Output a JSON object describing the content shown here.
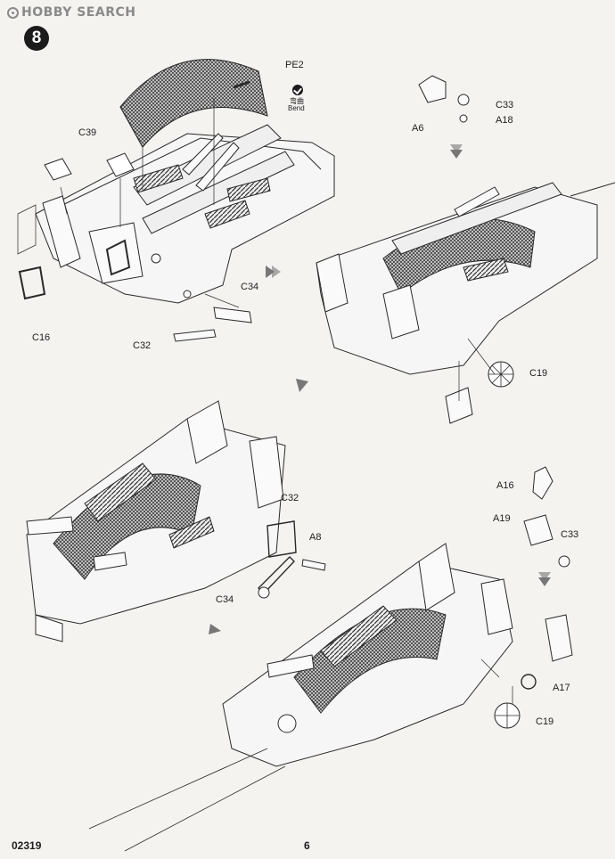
{
  "watermark": {
    "text": "HOBBY SEARCH",
    "icon": "hobby-search-logo-icon"
  },
  "step": {
    "number": "8"
  },
  "parts": {
    "pe2": "PE2",
    "bend_cn": "弯曲",
    "bend": "Bend",
    "c39": "C39",
    "c16": "C16",
    "c34_a": "C34",
    "c32_a": "C32",
    "a6": "A6",
    "c33_a": "C33",
    "a18": "A18",
    "c19_a": "C19",
    "c32_b": "C32",
    "a8": "A8",
    "c34_b": "C34",
    "a16": "A16",
    "a19": "A19",
    "c33_b": "C33",
    "a17": "A17",
    "c19_b": "C19"
  },
  "footer": {
    "code": "02319",
    "page": "6"
  },
  "icons": [
    "hobby-search-logo-icon",
    "bend-icon",
    "arrow-down-icon",
    "arrow-right-icon",
    "arrow-diagonal-icon"
  ]
}
